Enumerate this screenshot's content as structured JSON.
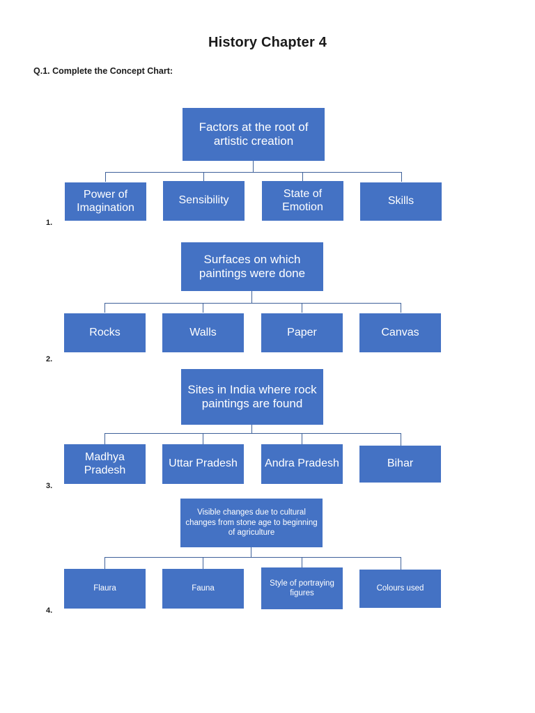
{
  "document": {
    "title": "History Chapter 4",
    "question": "Q.1. Complete the Concept Chart:"
  },
  "theme": {
    "node_fill": "#4472C4",
    "node_text": "#FFFFFF",
    "connector": "#3D6099",
    "page_background": "#FFFFFF",
    "text_color": "#1A1A1A"
  },
  "charts": [
    {
      "number": "1.",
      "root": "Factors at the root of artistic creation",
      "children": [
        "Power of Imagination",
        "Sensibility",
        "State of Emotion",
        "Skills"
      ]
    },
    {
      "number": "2.",
      "root": "Surfaces on which paintings were done",
      "children": [
        "Rocks",
        "Walls",
        "Paper",
        "Canvas"
      ]
    },
    {
      "number": "3.",
      "root": "Sites in India where rock paintings are found",
      "children": [
        "Madhya Pradesh",
        "Uttar Pradesh",
        "Andra Pradesh",
        "Bihar"
      ]
    },
    {
      "number": "4.",
      "root": "Visible changes due to cultural changes from stone age to beginning of agriculture",
      "children": [
        "Flaura",
        "Fauna",
        "Style of portraying figures",
        "Colours used"
      ]
    }
  ]
}
